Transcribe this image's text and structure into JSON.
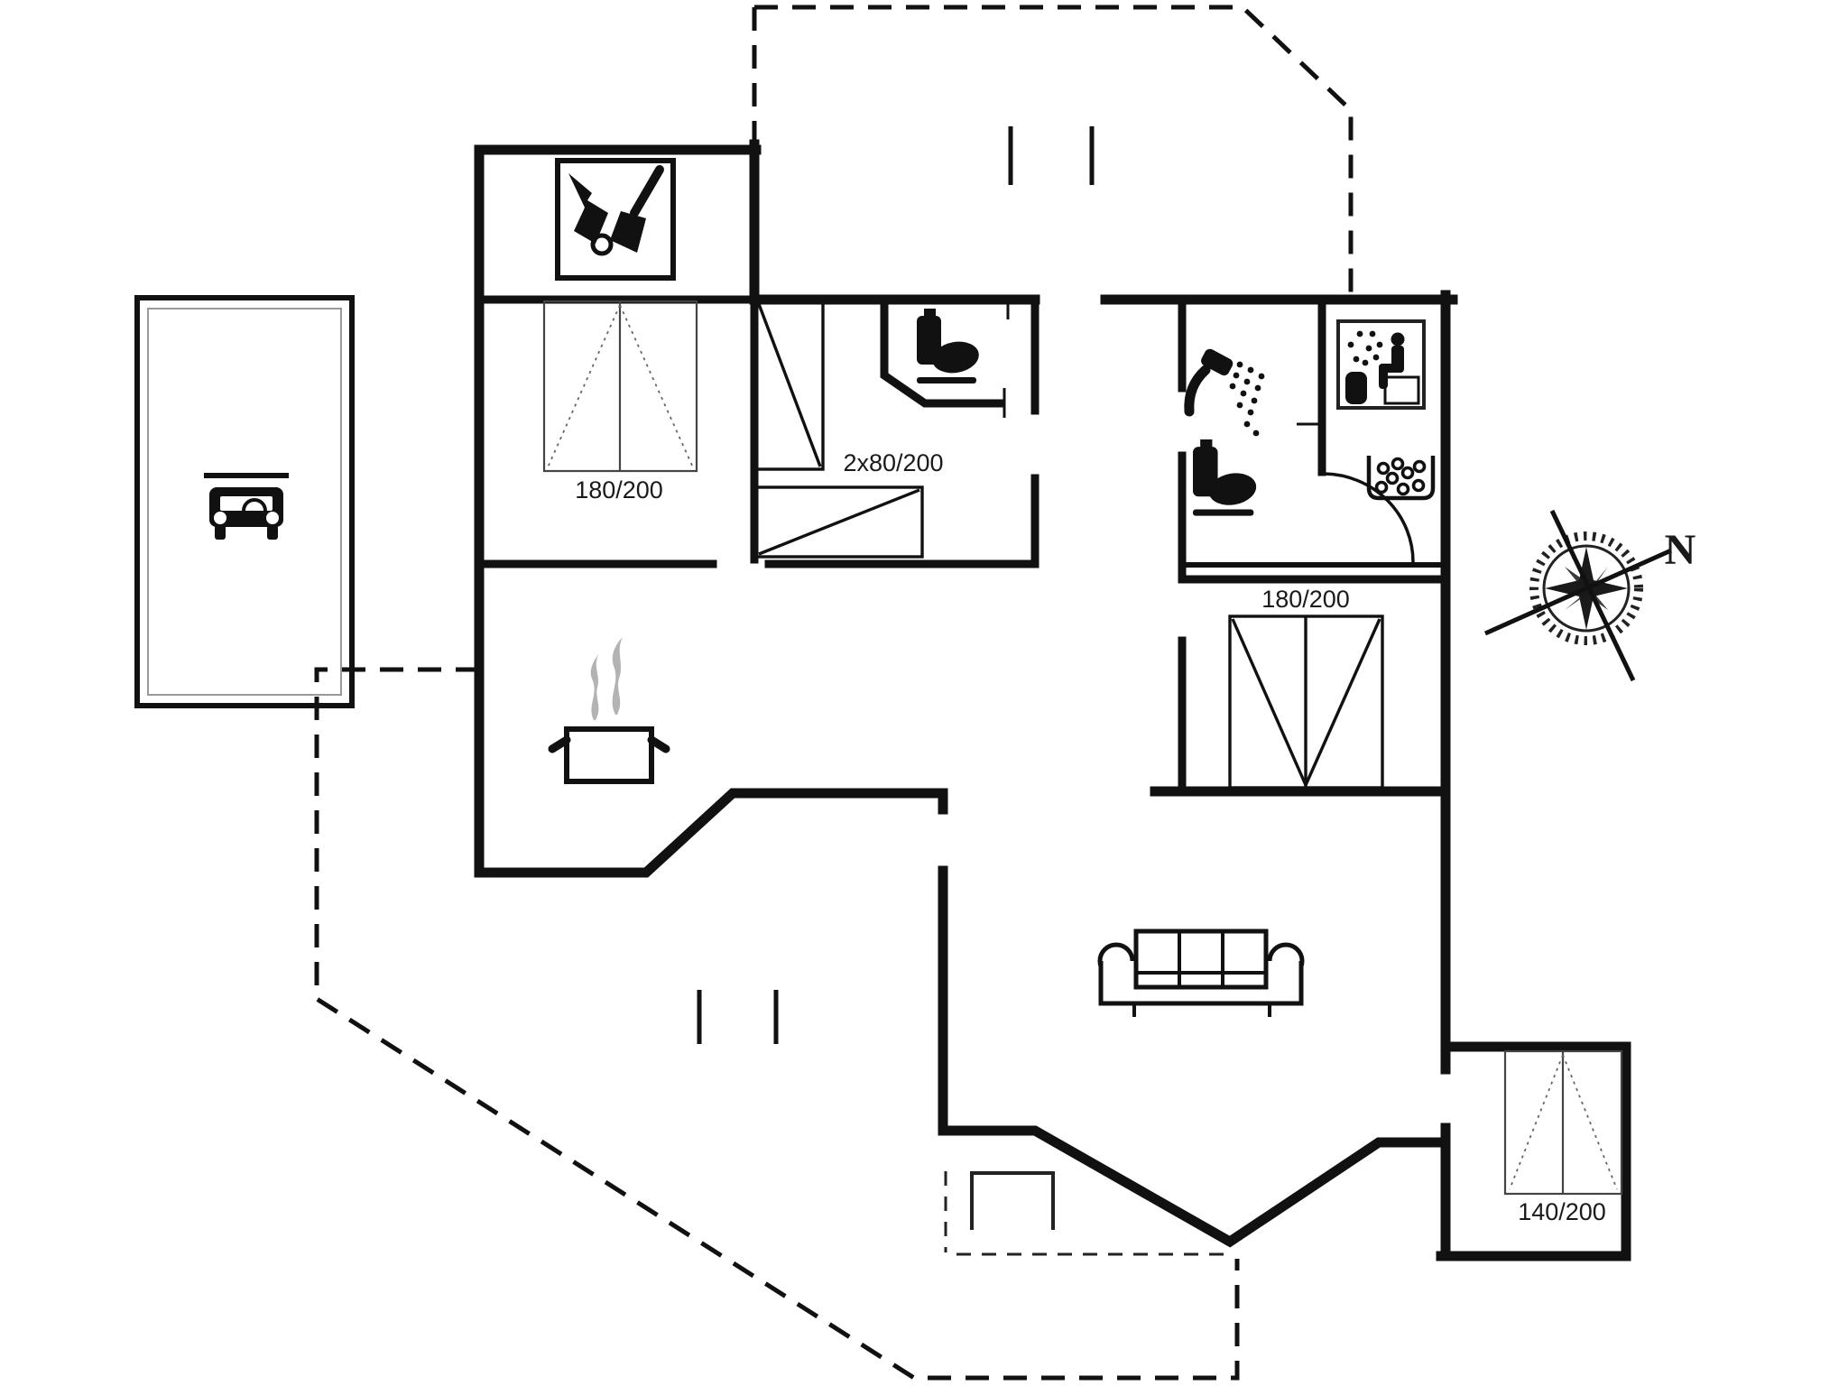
{
  "document": {
    "type": "holiday-home floor plan",
    "background_color": "#ffffff",
    "line_color": "#1a1a1a",
    "steam_color": "#b3b3b3"
  },
  "compass": {
    "label": "N"
  },
  "labels": {
    "bed_double_left": "180/200",
    "bed_bunk": "2x80/200",
    "bed_double_right": "180/200",
    "bed_small_right": "140/200"
  },
  "icons": [
    "car-icon",
    "carport-roof-line",
    "cleaning-tools-icon",
    "toilet-icon",
    "toilet-icon",
    "shower-icon",
    "sauna-pictogram-icon",
    "sauna-stones-icon",
    "cooking-pot-icon",
    "steam-icon",
    "sofa-icon",
    "door-swing-arc",
    "compass-rose-icon"
  ]
}
